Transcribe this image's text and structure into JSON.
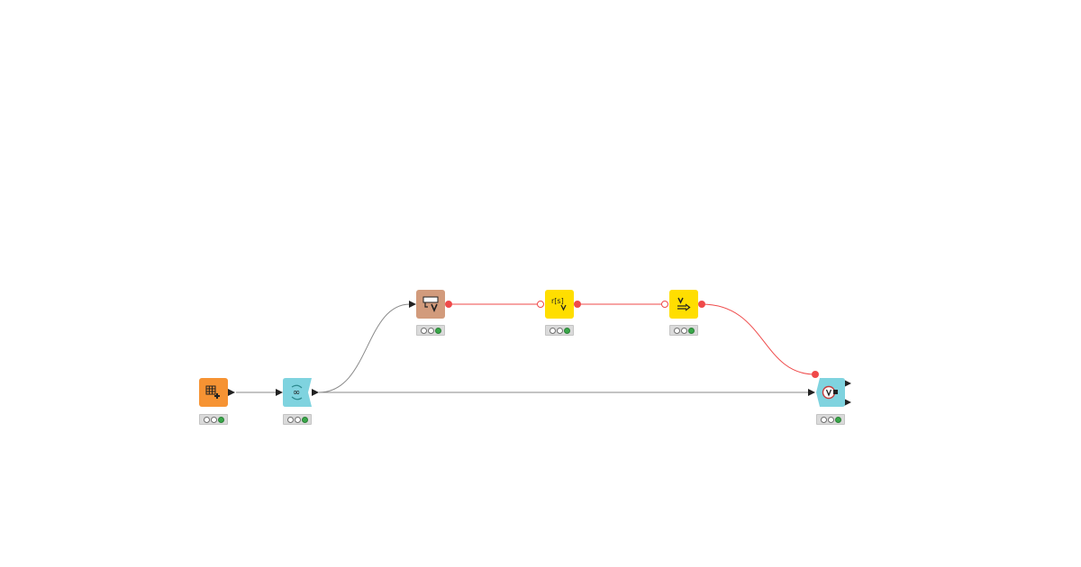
{
  "workflow": {
    "nodes": [
      {
        "id": "table-creator",
        "icon": "table-creator-icon",
        "color": "#f69333",
        "status": [
          "off",
          "off",
          "green"
        ]
      },
      {
        "id": "loop-start",
        "icon": "loop-start-icon",
        "color": "#7fd3df",
        "status": [
          "off",
          "off",
          "green"
        ]
      },
      {
        "id": "table-row-to-variable",
        "icon": "table-to-variable-icon",
        "color": "#d29b7c",
        "status": [
          "off",
          "off",
          "green"
        ]
      },
      {
        "id": "string-manipulation-variable",
        "icon": "string-manipulation-variable-icon",
        "color": "#ffde00",
        "status": [
          "off",
          "off",
          "green"
        ]
      },
      {
        "id": "variable-to-output",
        "icon": "variable-arrow-icon",
        "color": "#ffde00",
        "status": [
          "off",
          "off",
          "green"
        ]
      },
      {
        "id": "loop-end",
        "icon": "variable-loop-end-icon",
        "color": "#7fd3df",
        "status": [
          "off",
          "off",
          "green"
        ]
      }
    ],
    "connections": [
      {
        "from": "table-creator",
        "to": "loop-start",
        "kind": "data"
      },
      {
        "from": "loop-start",
        "to": "table-row-to-variable",
        "kind": "data"
      },
      {
        "from": "loop-start",
        "to": "loop-end",
        "kind": "data"
      },
      {
        "from": "table-row-to-variable",
        "to": "string-manipulation-variable",
        "kind": "flow-variable"
      },
      {
        "from": "string-manipulation-variable",
        "to": "variable-to-output",
        "kind": "flow-variable"
      },
      {
        "from": "variable-to-output",
        "to": "loop-end",
        "kind": "flow-variable"
      }
    ],
    "colors": {
      "data_connection": "#8a8a8a",
      "variable_connection": "#ef4a4a",
      "port": "#222222",
      "status_green": "#3aa84a"
    }
  }
}
